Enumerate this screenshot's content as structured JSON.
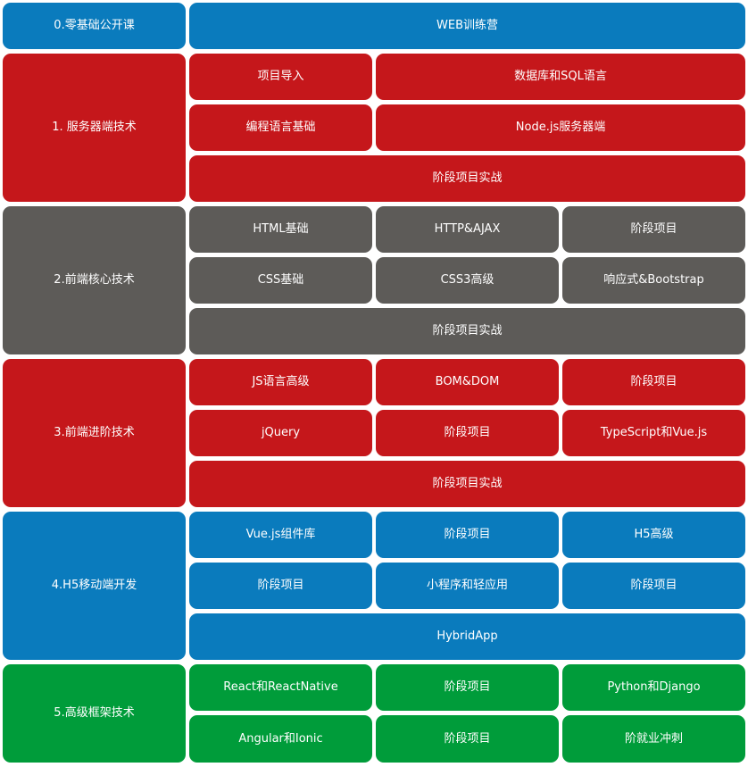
{
  "colors": {
    "blue": "#0a7bbd",
    "red": "#c5171b",
    "gray": "#5d5b58",
    "green": "#009c3a"
  },
  "stage0": {
    "title": "0.零基础公开课",
    "items": [
      "WEB训练营"
    ]
  },
  "stage1": {
    "title": "1. 服务器端技术",
    "items": [
      "项目导入",
      "数据库和SQL语言",
      "编程语言基础",
      "Node.js服务器端",
      "阶段项目实战"
    ]
  },
  "stage2": {
    "title": "2.前端核心技术",
    "items": [
      "HTML基础",
      "HTTP&AJAX",
      "阶段项目",
      "CSS基础",
      "CSS3高级",
      "响应式&Bootstrap",
      "阶段项目实战"
    ]
  },
  "stage3": {
    "title": "3.前端进阶技术",
    "items": [
      "JS语言高级",
      "BOM&DOM",
      "阶段项目",
      "jQuery",
      "阶段项目",
      "TypeScript和Vue.js",
      "阶段项目实战"
    ]
  },
  "stage4": {
    "title": "4.H5移动端开发",
    "items": [
      "Vue.js组件库",
      "阶段项目",
      "H5高级",
      "阶段项目",
      "小程序和轻应用",
      "阶段项目",
      "HybridApp"
    ]
  },
  "stage5": {
    "title": "5.高级框架技术",
    "items": [
      "React和ReactNative",
      "阶段项目",
      "Python和Django",
      "Angular和Ionic",
      "阶段项目",
      "阶就业冲刺"
    ]
  }
}
